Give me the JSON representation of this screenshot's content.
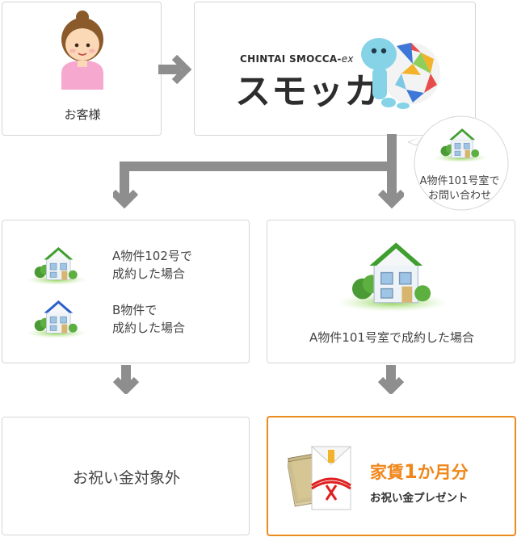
{
  "customer": {
    "label": "お客様"
  },
  "service": {
    "brand_small": "CHINTAI SMOCCA-",
    "brand_suffix": "ex",
    "brand_name": "スモッカ"
  },
  "inquiry": {
    "line1": "A物件101号室で",
    "line2": "お問い合わせ"
  },
  "case_other": {
    "item1": {
      "line1": "A物件102号で",
      "line2": "成約した場合"
    },
    "item2": {
      "line1": "B物件で",
      "line2": "成約した場合"
    }
  },
  "case_match": {
    "label": "A物件101号室で成約した場合"
  },
  "result_out": {
    "label": "お祝い金対象外"
  },
  "result_gift": {
    "headline_1": "家賃",
    "headline_2": "1",
    "headline_3": "か月分",
    "sub": "お祝い金プレゼント"
  },
  "colors": {
    "arrow": "#8e8e8e",
    "border": "#d6d6d6",
    "highlight_border": "#ec8a1e",
    "gift_text": "#f08619",
    "roof_green": "#3e9e2e",
    "roof_blue": "#2a5fc9"
  }
}
